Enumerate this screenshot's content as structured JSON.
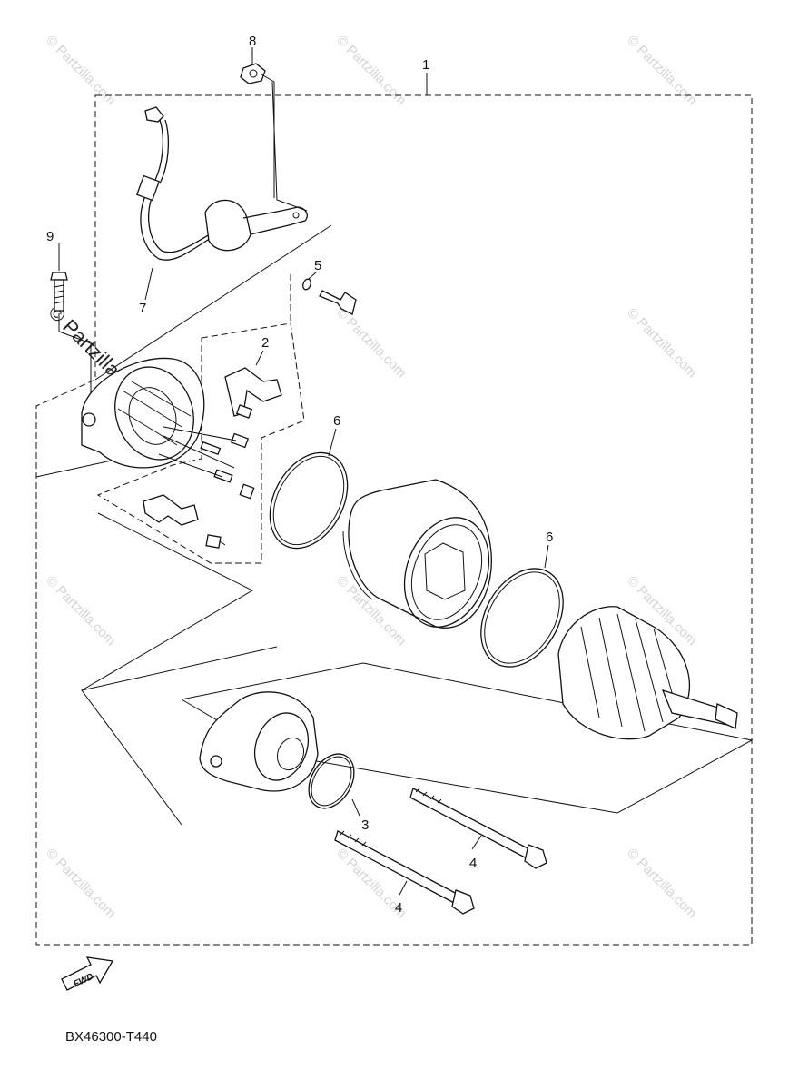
{
  "diagram": {
    "callouts": [
      {
        "id": "c1",
        "label": "1"
      },
      {
        "id": "c2",
        "label": "2"
      },
      {
        "id": "c3",
        "label": "3"
      },
      {
        "id": "c4a",
        "label": "4"
      },
      {
        "id": "c4b",
        "label": "4"
      },
      {
        "id": "c5",
        "label": "5"
      },
      {
        "id": "c6a",
        "label": "6"
      },
      {
        "id": "c6b",
        "label": "6"
      },
      {
        "id": "c7",
        "label": "7"
      },
      {
        "id": "c8",
        "label": "8"
      },
      {
        "id": "c9",
        "label": "9"
      }
    ],
    "fwd_label": "FWD",
    "part_code": "BX46300-T440"
  },
  "watermarks": {
    "text": "© Partzilla.com",
    "overlay_text": "© Partzilla.com"
  }
}
